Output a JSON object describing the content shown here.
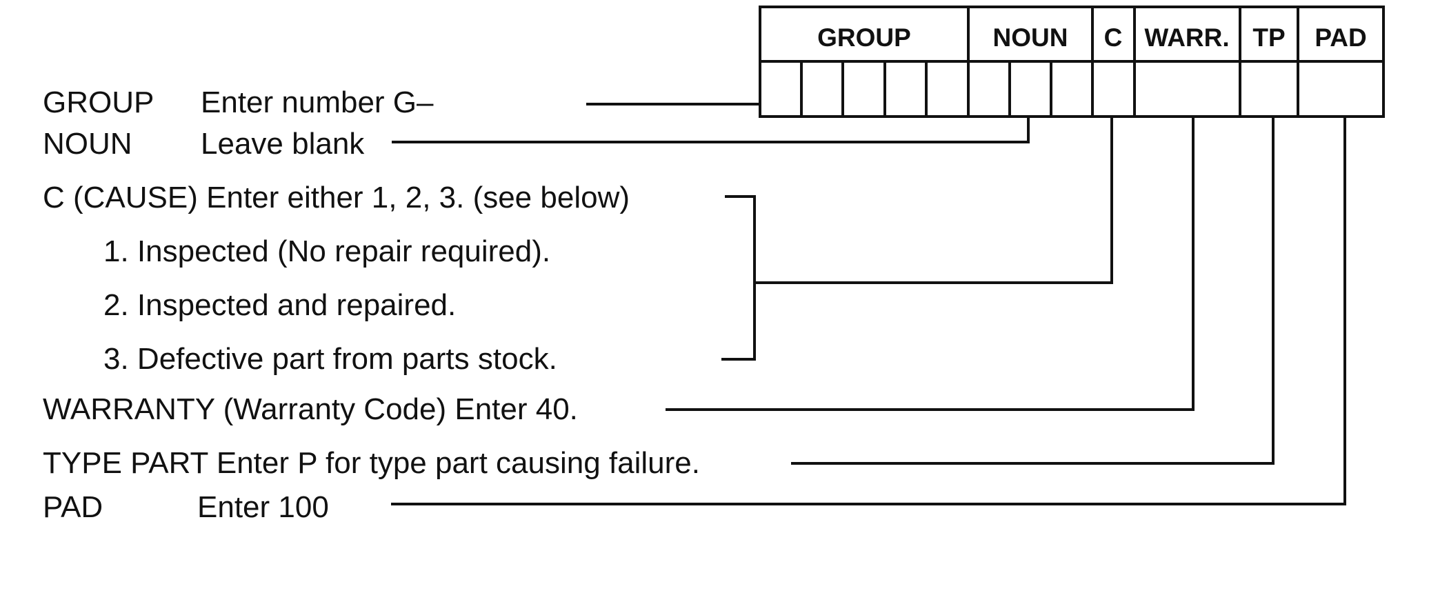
{
  "form_header": {
    "group": "GROUP",
    "noun": "NOUN",
    "c": "C",
    "warr": "WARR.",
    "tp": "TP",
    "pad": "PAD"
  },
  "instructions": {
    "group_field": "GROUP",
    "group_text": "Enter number G–",
    "noun_field": "NOUN",
    "noun_text": "Leave blank",
    "cause_text": "C (CAUSE) Enter either 1, 2, 3. (see below)",
    "cause_options": [
      "1. Inspected (No repair required).",
      "2. Inspected and repaired.",
      "3. Defective part from parts stock."
    ],
    "warranty_text": "WARRANTY (Warranty Code) Enter 40.",
    "type_part_text": "TYPE PART Enter P for type part causing  failure.",
    "pad_field": "PAD",
    "pad_text": "Enter 100"
  }
}
